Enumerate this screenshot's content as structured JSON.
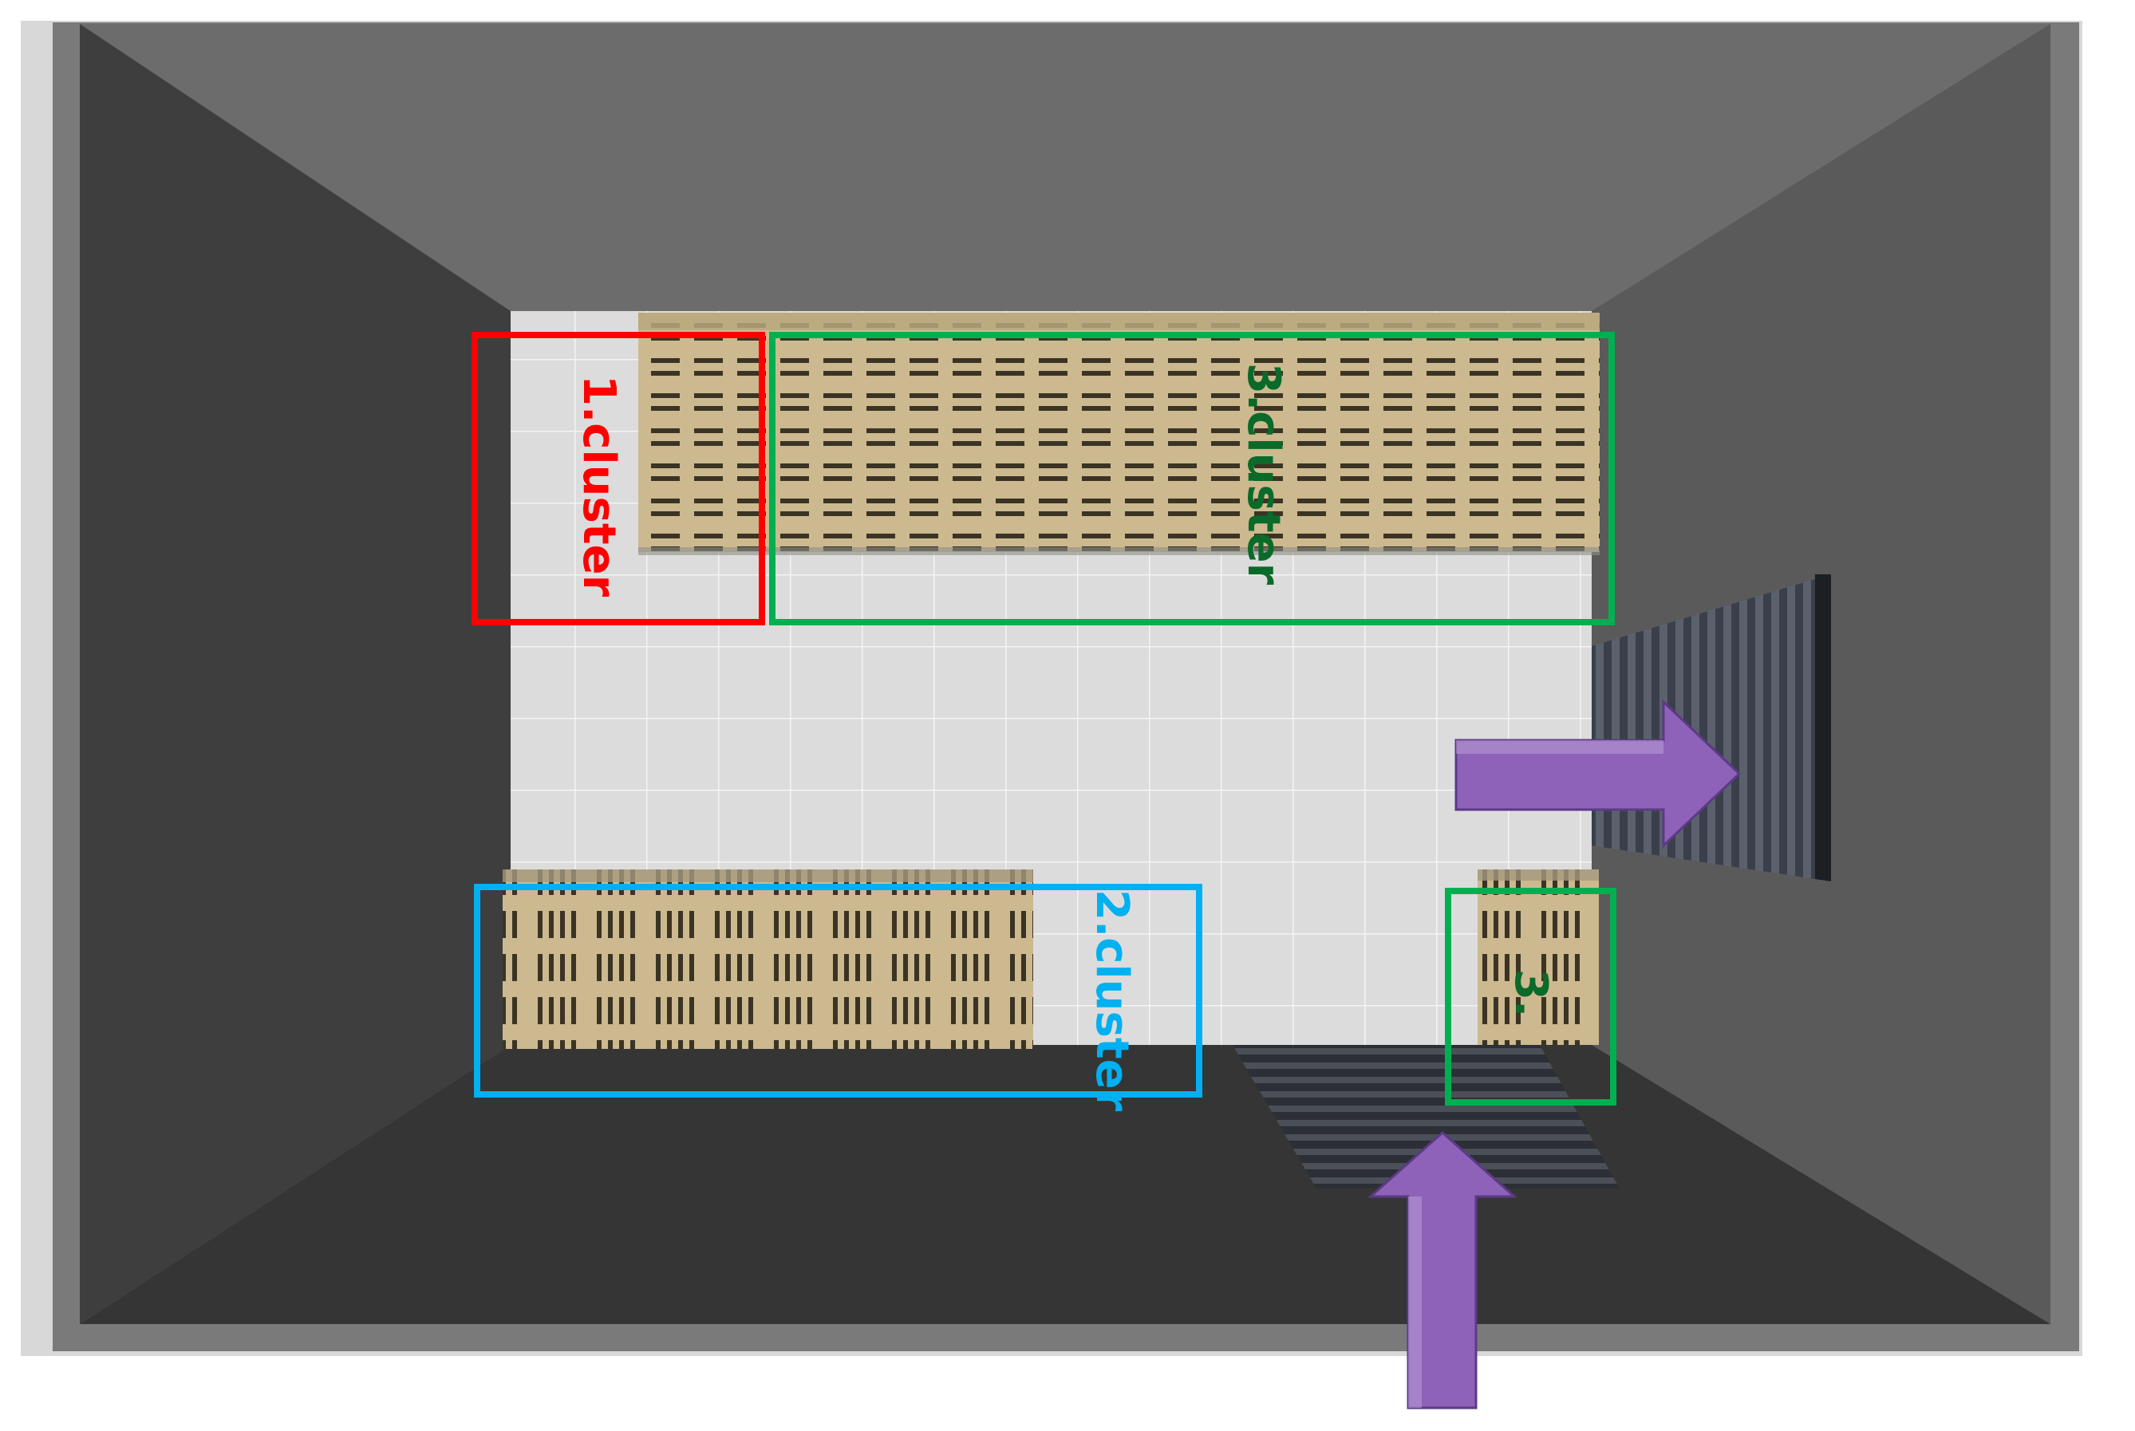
{
  "labels": {
    "cluster1": "1.cluster",
    "cluster2": "2.cluster",
    "cluster3": "3.cluster",
    "cluster3_small": "3."
  },
  "colors": {
    "cluster1": "#ff0000",
    "cluster2": "#00b0f0",
    "cluster3": "#00b050",
    "cluster3_text": "#0a6a2a",
    "arrow": "#8e62b8"
  },
  "icons": {
    "arrows": "purple-block-arrow-icon",
    "conveyors": "roller-conveyor-icon"
  }
}
